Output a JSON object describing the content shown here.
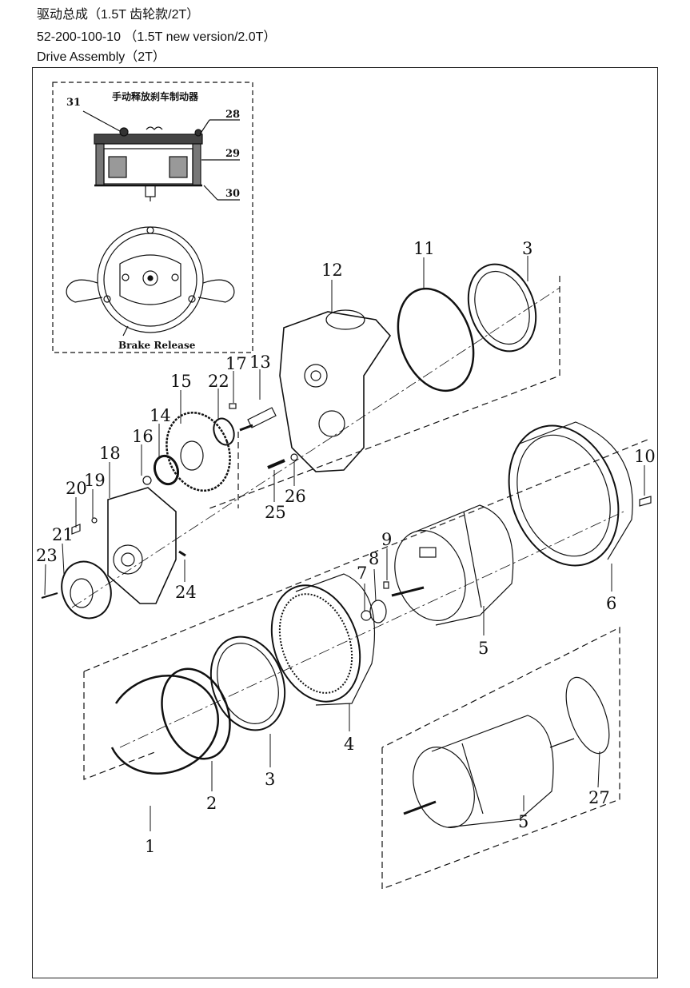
{
  "header": {
    "line1": "驱动总成（1.5T 齿轮款/2T）",
    "line2": "52-200-100-10   （1.5T new version/2.0T）",
    "line3": "Drive Assembly（2T）"
  },
  "inset": {
    "title": "手动释放刹车制动器",
    "caption": "Brake Release",
    "callouts": [
      "31",
      "28",
      "29",
      "30"
    ]
  },
  "parts": [
    "1",
    "2",
    "3",
    "3",
    "4",
    "5",
    "5",
    "6",
    "7",
    "8",
    "9",
    "10",
    "11",
    "12",
    "13",
    "14",
    "15",
    "16",
    "17",
    "18",
    "19",
    "20",
    "21",
    "22",
    "23",
    "24",
    "25",
    "26",
    "27"
  ]
}
